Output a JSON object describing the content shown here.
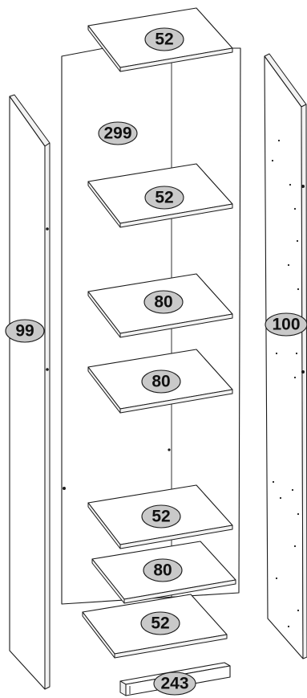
{
  "parts": {
    "shelf_top": "52",
    "back_panel": "299",
    "shelf_2": "52",
    "shelf_3": "80",
    "shelf_4": "80",
    "shelf_5": "52",
    "shelf_6": "80",
    "shelf_bottom": "52",
    "side_left": "99",
    "side_right": "100",
    "plinth": "243"
  },
  "colors": {
    "line": "#1a1a1a",
    "label_fill": "#c9c9c9",
    "background": "#ffffff"
  }
}
